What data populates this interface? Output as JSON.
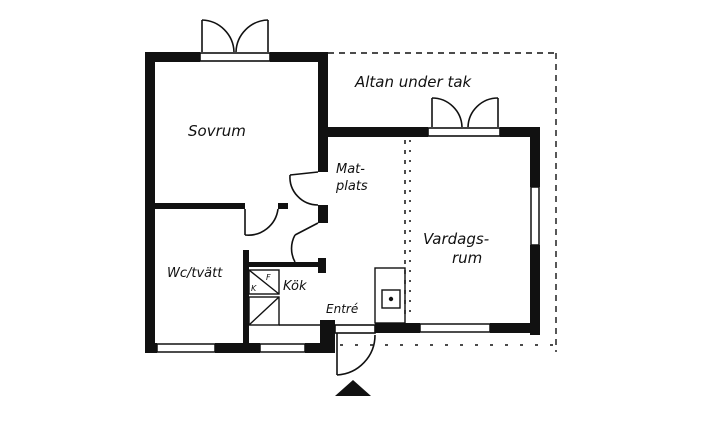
{
  "rooms": {
    "sovrum": "Sovrum",
    "altan": "Altan under tak",
    "matplats_1": "Mat-",
    "matplats_2": "plats",
    "vardagsrum_1": "Vardags-",
    "vardagsrum_2": "rum",
    "wc": "Wc/tvätt",
    "kok": "Kök",
    "entre": "Entré",
    "k": "K",
    "f": "F"
  },
  "colors": {
    "wall": "#111111",
    "background": "#ffffff"
  }
}
